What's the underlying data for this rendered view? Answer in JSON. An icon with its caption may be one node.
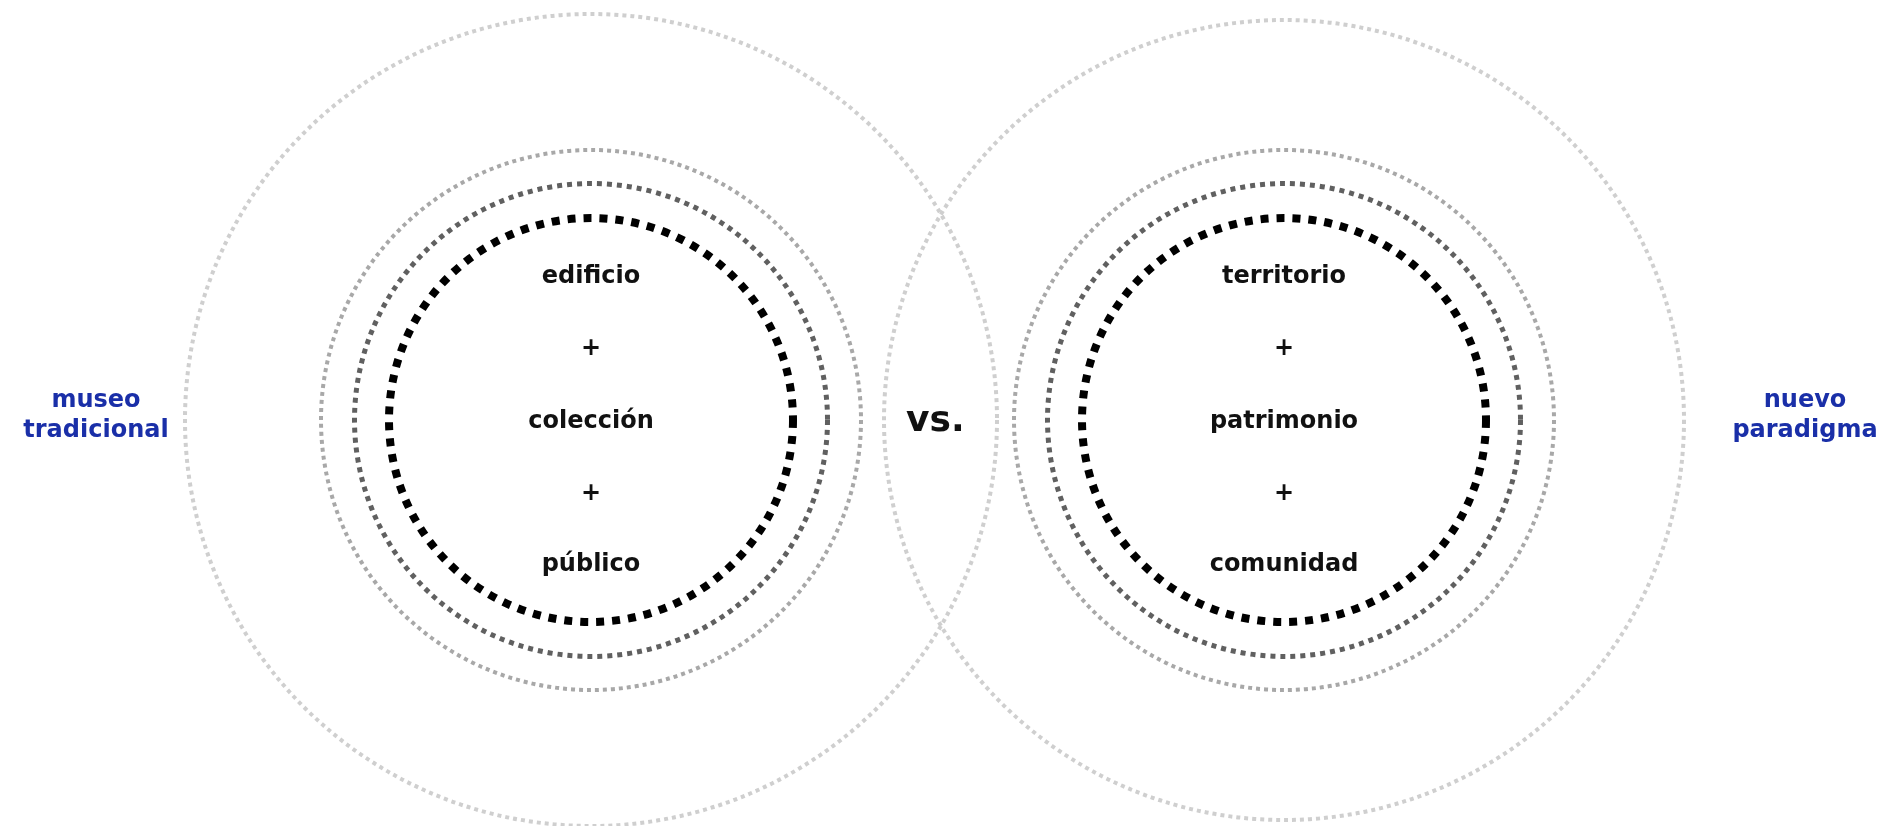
{
  "diagram": {
    "nodes": [
      {
        "text": [],
        "shape": "circle",
        "beside": [
          "museo tradicional"
        ]
      },
      {
        "text": [],
        "shape": "circle",
        "in": 0
      },
      {
        "text": [],
        "shape": "circle",
        "in": 1
      },
      {
        "text": [
          "edificio",
          "+",
          "colección",
          "+",
          "público"
        ],
        "in": 2
      },
      {
        "text": [],
        "shape": "circle",
        "beside": [
          "nuevo paradigma"
        ]
      },
      {
        "text": [],
        "shape": "circle",
        "in": 4
      },
      {
        "text": [],
        "shape": "circle",
        "in": 5
      },
      {
        "text": [
          "territorio",
          "+",
          "patrimonio",
          "+",
          "comunidad"
        ],
        "in": 6
      }
    ],
    "edges": [],
    "labels": [
      "vs."
    ]
  }
}
